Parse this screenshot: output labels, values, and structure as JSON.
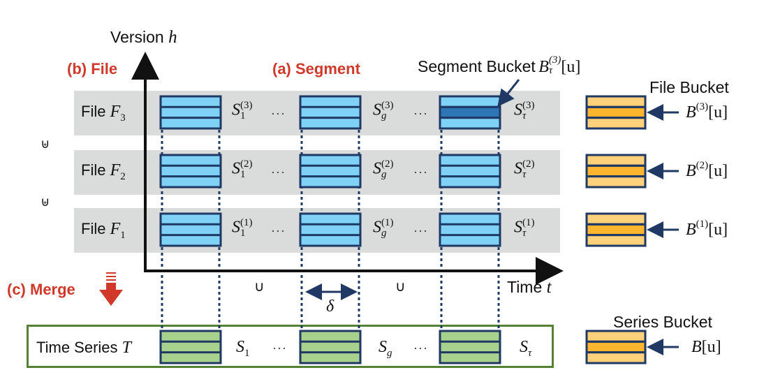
{
  "axes": {
    "y_label": "Version",
    "y_var": "h",
    "x_label": "Time",
    "x_var": "t"
  },
  "headers": {
    "file": "(b) File",
    "segment": "(a) Segment",
    "merge": "(c) Merge"
  },
  "segment_bucket": {
    "label": "Segment Bucket",
    "symbol": "B",
    "sub": "τ",
    "sup": "(3)",
    "arg": "[u]"
  },
  "file_bucket_label": "File Bucket",
  "series_bucket_label": "Series Bucket",
  "files": [
    {
      "label": "File",
      "var": "F",
      "sub": "3",
      "sup": "(3)",
      "bucket_sup": "(3)"
    },
    {
      "label": "File",
      "var": "F",
      "sub": "2",
      "sup": "(2)",
      "bucket_sup": "(2)"
    },
    {
      "label": "File",
      "var": "F",
      "sub": "1",
      "sup": "(1)",
      "bucket_sup": "(1)"
    }
  ],
  "seg_symbol": "S",
  "seg_subs": [
    "1",
    "g",
    "τ"
  ],
  "ellipsis": "···",
  "bucket_symbol": "B",
  "bucket_arg": "[u]",
  "union_symbol": "∪",
  "multiset_union_symbol": "⊎",
  "delta": "δ",
  "series": {
    "label": "Time Series",
    "var": "T",
    "bucket": "B[u]"
  },
  "colors": {
    "row_bg": "#dadcdb",
    "segment_fill": "#7fd2f5",
    "segment_highlight": "#2e75b6",
    "border": "#1f3864",
    "file_bucket_fill": "#ffd17a",
    "file_bucket_mid": "#ffb52e",
    "series_fill": "#a9d18e",
    "series_border": "#548235",
    "accent_red": "#d0392a"
  }
}
